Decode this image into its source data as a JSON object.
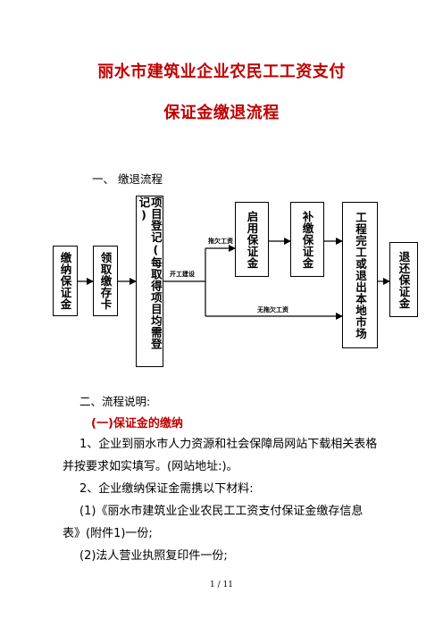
{
  "title": {
    "line1": "丽水市建筑业企业农民工工资支付",
    "line2": "保证金缴退流程"
  },
  "section1": {
    "heading": "一、 缴退流程"
  },
  "flowchart": {
    "boxes": {
      "pay": "缴纳保证金",
      "card": "领取缴存卡",
      "register": "项目登记(每取得项目均需登记)",
      "activate": "启用保证金",
      "replenish": "补缴保证金",
      "complete": "工程完工或退出本地市场",
      "refund": "退还保证金"
    },
    "edges": {
      "start": "开工建设",
      "arrears": "拖欠工资",
      "no_arrears": "无拖欠工资"
    }
  },
  "section2": {
    "heading": "二、流程说明:",
    "sub1": "(一)保证金的缴纳",
    "p1a": "1、企业到丽水市人力资源和社会保障局网站下载相关表格",
    "p1b": "并按要求如实填写。(网站地址:)。",
    "p2": "2、企业缴纳保证金需携以下材料:",
    "p3a": "(1)《丽水市建筑业企业农民工工资支付保证金缴存信息",
    "p3b": "表》(附件1)一份;",
    "p4": "(2)法人营业执照复印件一份;"
  },
  "footer": {
    "page": "1 / 11"
  }
}
